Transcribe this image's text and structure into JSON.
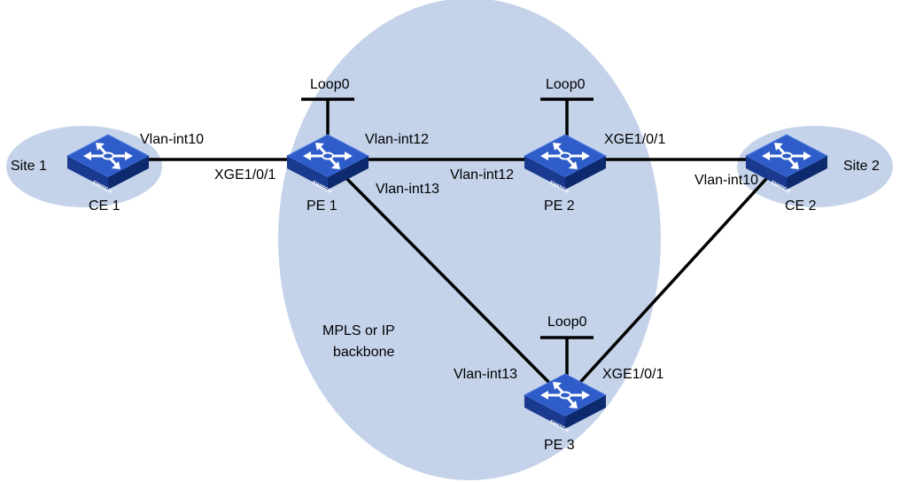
{
  "colors": {
    "background_region": "#c5d3ea",
    "switch_top": "#2e5cc8",
    "switch_side": "#1a3a8f",
    "switch_front": "#0d2a6e",
    "link": "#000000"
  },
  "backbone_label_line1": "MPLS or IP",
  "backbone_label_line2": "backbone",
  "sites": {
    "site1": "Site 1",
    "site2": "Site 2"
  },
  "devices": {
    "ce1": {
      "name": "CE 1",
      "icon": "switch-icon",
      "badge": "SWITCH"
    },
    "pe1": {
      "name": "PE 1",
      "icon": "switch-icon",
      "badge": "SWITCH",
      "loopback": "Loop0"
    },
    "pe2": {
      "name": "PE 2",
      "icon": "switch-icon",
      "badge": "SWITCH",
      "loopback": "Loop0"
    },
    "pe3": {
      "name": "PE 3",
      "icon": "switch-icon",
      "badge": "SWITCH",
      "loopback": "Loop0"
    },
    "ce2": {
      "name": "CE 2",
      "icon": "switch-icon",
      "badge": "SWITCH"
    }
  },
  "interfaces": {
    "ce1_to_pe1": "Vlan-int10",
    "pe1_to_ce1": "XGE1/0/1",
    "pe1_to_pe2": "Vlan-int12",
    "pe2_to_pe1": "Vlan-int12",
    "pe1_to_pe3": "Vlan-int13",
    "pe3_to_pe1": "Vlan-int13",
    "pe2_to_ce2": "XGE1/0/1",
    "ce2_to_pe2": "Vlan-int10",
    "pe3_to_ce2": "XGE1/0/1"
  }
}
